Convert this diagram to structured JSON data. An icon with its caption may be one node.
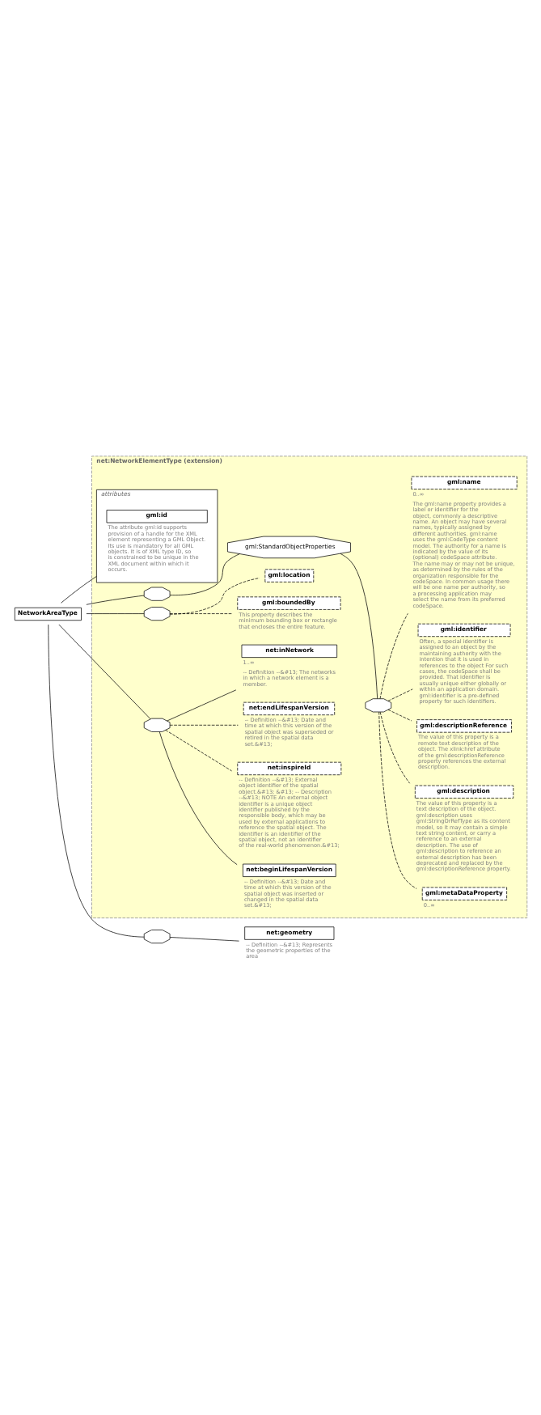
{
  "diagram": {
    "nodes": [
      {
        "text": [
          "NetworkAreaType"
        ]
      },
      {
        "text": [
          "net:NetworkElementType (extension)"
        ]
      },
      {
        "text": [
          "attributes"
        ],
        "in": 1
      },
      {
        "text": [
          "gml:id"
        ],
        "in": 2,
        "beside": [
          "The attribute gml:id supports provision of a handle for the XML element representing a GML Object. Its use is mandatory for all GML objects. It is of XML type ID, so is constrained to be unique in the XML document within which it occurs."
        ]
      },
      {
        "text": [],
        "shape": "octagon",
        "in": 1
      },
      {
        "text": [
          "gml:StandardObjectProperties"
        ],
        "in": 1
      },
      {
        "text": [],
        "shape": "octagon",
        "in": 1
      },
      {
        "text": [
          "gml:metaDataProperty"
        ],
        "in": 1,
        "beside": [
          "0..∞"
        ]
      },
      {
        "text": [
          "gml:description"
        ],
        "in": 1,
        "beside": [
          "The value of this property is a text description of the object. gml:description uses gml:StringOrRefType as its content model, so it may contain a simple text string content, or carry a reference to an external description. The use of gml:description to reference an external description has been deprecated and replaced by the gml:descriptionReference property."
        ]
      },
      {
        "text": [
          "gml:descriptionReference"
        ],
        "in": 1,
        "beside": [
          "The value of this property is a remote text description of the object. The xlink:href attribute of the gml:descriptionReference property references the external description."
        ]
      },
      {
        "text": [
          "gml:identifier"
        ],
        "in": 1,
        "beside": [
          "Often, a special identifier is assigned to an object by the maintaining authority with the intention that it is used in references to the object For such cases, the codeSpace shall be provided. That identifier is usually unique either globally or within an application domain. gml:identifier is a pre-defined property for such identifiers."
        ]
      },
      {
        "text": [
          "gml:name"
        ],
        "in": 1,
        "beside": [
          "0..∞",
          "The gml:name property provides a label or identifier for the object, commonly a descriptive name. An object may have several names, typically assigned by different authorities. gml:name uses the gml:CodeType content model. The authority for a name is indicated by the value of its (optional) codeSpace attribute. The name may or may not be unique, as determined by the rules of the organization responsible for the codeSpace. In common usage there will be one name per authority, so a processing application may select the name from its preferred codeSpace."
        ]
      },
      {
        "text": [],
        "shape": "octagon",
        "in": 1
      },
      {
        "text": [
          "gml:boundedBy"
        ],
        "in": 1,
        "beside": [
          "This property describes the minimum bounding box or rectangle that encloses the entire feature."
        ]
      },
      {
        "text": [
          "gml:location"
        ],
        "in": 1
      },
      {
        "text": [],
        "shape": "octagon",
        "in": 1
      },
      {
        "text": [
          "net:beginLifespanVersion"
        ],
        "in": 1,
        "beside": [
          "-- Definition --&#13; Date and time at which this version of the spatial object was inserted or changed in the spatial data set.&#13;"
        ]
      },
      {
        "text": [
          "net:inspireId"
        ],
        "in": 1,
        "beside": [
          "-- Definition --&#13; External object identifier of the spatial object.&#13; &#13; -- Description --&#13; NOTE An external object identifier is a unique object identifier published by the responsible body, which may be used by external applications to reference the spatial object. The identifier is an identifier of the spatial object, not an identifier of the real-world phenomenon.&#13;"
        ]
      },
      {
        "text": [
          "net:endLifespanVersion"
        ],
        "in": 1,
        "beside": [
          "-- Definition --&#13; Date and time at which this version of the spatial object was superseded or retired in the spatial data set.&#13;"
        ]
      },
      {
        "text": [
          "net:inNetwork"
        ],
        "in": 1,
        "beside": [
          "1..∞",
          "-- Definition --&#13; The networks in which a network element is a member."
        ]
      },
      {
        "text": [],
        "shape": "octagon"
      },
      {
        "text": [
          "net:geometry"
        ],
        "beside": [
          "-- Definition --&#13; Represents the geometric properties of the area"
        ]
      }
    ],
    "edges": [
      {
        "from": 0,
        "to": 2,
        "arrow": "none"
      },
      {
        "from": 0,
        "to": 4,
        "arrow": "none"
      },
      {
        "from": 4,
        "to": 5,
        "arrow": "none"
      },
      {
        "from": 5,
        "to": 6,
        "arrow": "none"
      },
      {
        "from": 6,
        "to": 7,
        "arrow": "none",
        "style": "dashed"
      },
      {
        "from": 6,
        "to": 8,
        "arrow": "none",
        "style": "dashed"
      },
      {
        "from": 6,
        "to": 9,
        "arrow": "none",
        "style": "dashed"
      },
      {
        "from": 6,
        "to": 10,
        "arrow": "none",
        "style": "dashed"
      },
      {
        "from": 6,
        "to": 11,
        "arrow": "none",
        "style": "dashed"
      },
      {
        "from": 0,
        "to": 12,
        "arrow": "none"
      },
      {
        "from": 12,
        "to": 13,
        "arrow": "none",
        "style": "dashed"
      },
      {
        "from": 12,
        "to": 14,
        "arrow": "none",
        "style": "dashed"
      },
      {
        "from": 0,
        "to": 15,
        "arrow": "none"
      },
      {
        "from": 15,
        "to": 16,
        "arrow": "none"
      },
      {
        "from": 15,
        "to": 17,
        "arrow": "none",
        "style": "dashed"
      },
      {
        "from": 15,
        "to": 18,
        "arrow": "none",
        "style": "dashed"
      },
      {
        "from": 15,
        "to": 19,
        "arrow": "none"
      },
      {
        "from": 0,
        "to": 20,
        "arrow": "none"
      },
      {
        "from": 20,
        "to": 21,
        "arrow": "none"
      }
    ]
  }
}
